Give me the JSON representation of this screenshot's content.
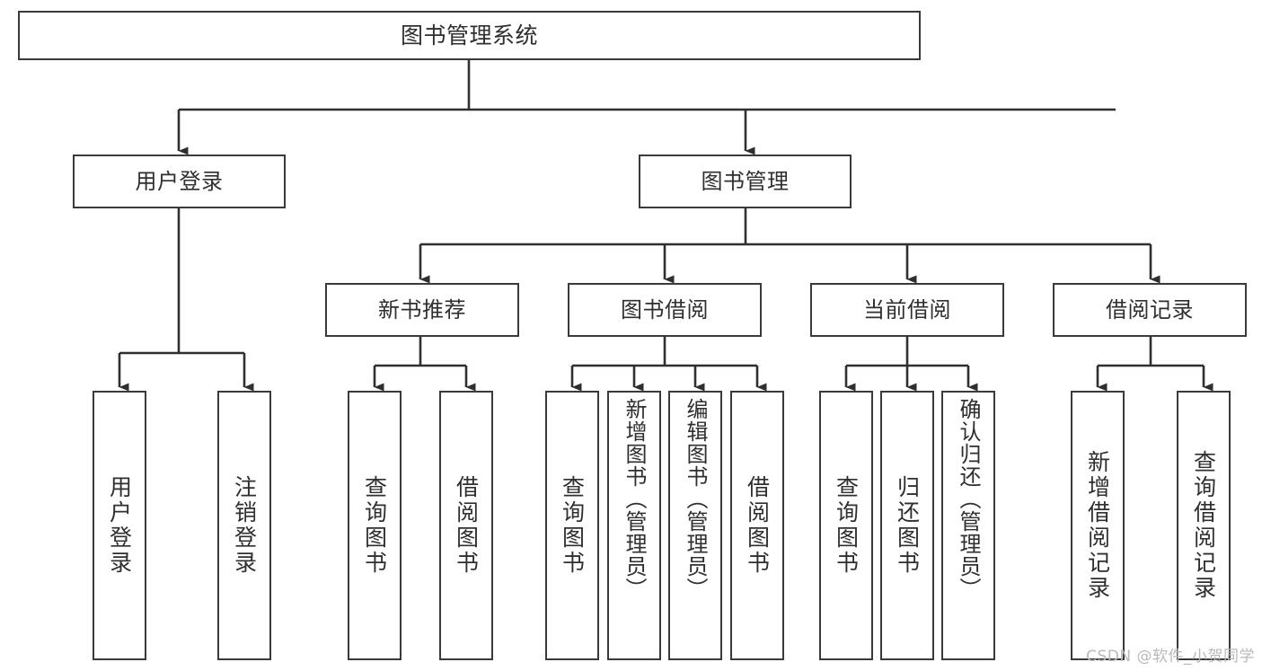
{
  "diagram": {
    "title": "图书管理系统",
    "type": "tree-hierarchy-diagram",
    "root": {
      "id": "root",
      "label": "图书管理系统"
    },
    "level2": [
      {
        "id": "user-login",
        "label": "用户登录"
      },
      {
        "id": "book-management",
        "label": "图书管理"
      }
    ],
    "level3": [
      {
        "id": "new-book-recommend",
        "label": "新书推荐"
      },
      {
        "id": "book-borrow",
        "label": "图书借阅"
      },
      {
        "id": "current-borrow",
        "label": "当前借阅"
      },
      {
        "id": "borrow-record",
        "label": "借阅记录"
      }
    ],
    "leaves": {
      "user_login": [
        {
          "id": "leaf-user-login",
          "label": "用户登录"
        },
        {
          "id": "leaf-user-logout",
          "label": "注销登录"
        }
      ],
      "new_book_recommend": [
        {
          "id": "leaf-query-book-1",
          "label": "查询图书"
        },
        {
          "id": "leaf-borrow-book-1",
          "label": "借阅图书"
        }
      ],
      "book_borrow": [
        {
          "id": "leaf-query-book-2",
          "label": "查询图书"
        },
        {
          "id": "leaf-add-book",
          "label": "新增图书（管理员）"
        },
        {
          "id": "leaf-edit-book",
          "label": "编辑图书（管理员）"
        },
        {
          "id": "leaf-borrow-book-2",
          "label": "借阅图书"
        }
      ],
      "current_borrow": [
        {
          "id": "leaf-query-book-3",
          "label": "查询图书"
        },
        {
          "id": "leaf-return-book",
          "label": "归还图书"
        },
        {
          "id": "leaf-confirm-return",
          "label": "确认归还（管理员）"
        }
      ],
      "borrow_record": [
        {
          "id": "leaf-add-record",
          "label": "新增借阅记录"
        },
        {
          "id": "leaf-query-record",
          "label": "查询借阅记录"
        }
      ]
    }
  },
  "watermark": {
    "text": "CSDN @软件_小贺同学"
  },
  "colors": {
    "border": "#3a3a3a",
    "text": "#2f2f2f",
    "background": "#ffffff",
    "watermark": "#b9b9b9"
  }
}
